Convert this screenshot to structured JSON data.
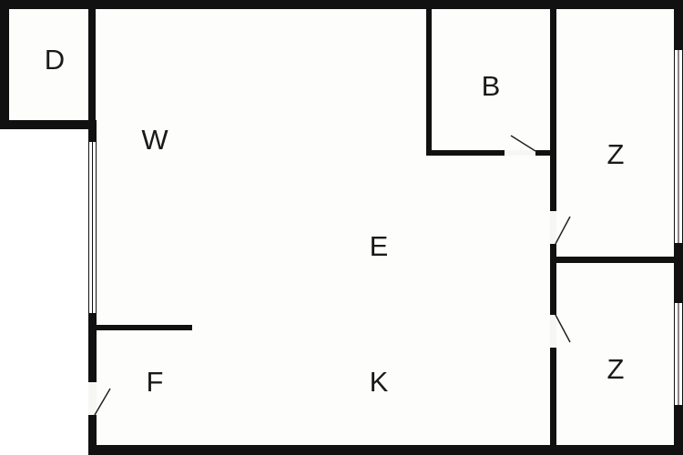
{
  "plan": {
    "colors": {
      "wall": "#111111",
      "floor": "#fdfdfb",
      "window_glass": "#ffffff",
      "door_swing": "#222222",
      "door_opening": "#f6f6f4",
      "label": "#1a1a1a"
    },
    "rooms": {
      "d": {
        "label": "D"
      },
      "w": {
        "label": "W"
      },
      "b": {
        "label": "B"
      },
      "z_upper": {
        "label": "Z"
      },
      "e": {
        "label": "E"
      },
      "z_lower": {
        "label": "Z"
      },
      "f": {
        "label": "F"
      },
      "k": {
        "label": "K"
      }
    }
  }
}
